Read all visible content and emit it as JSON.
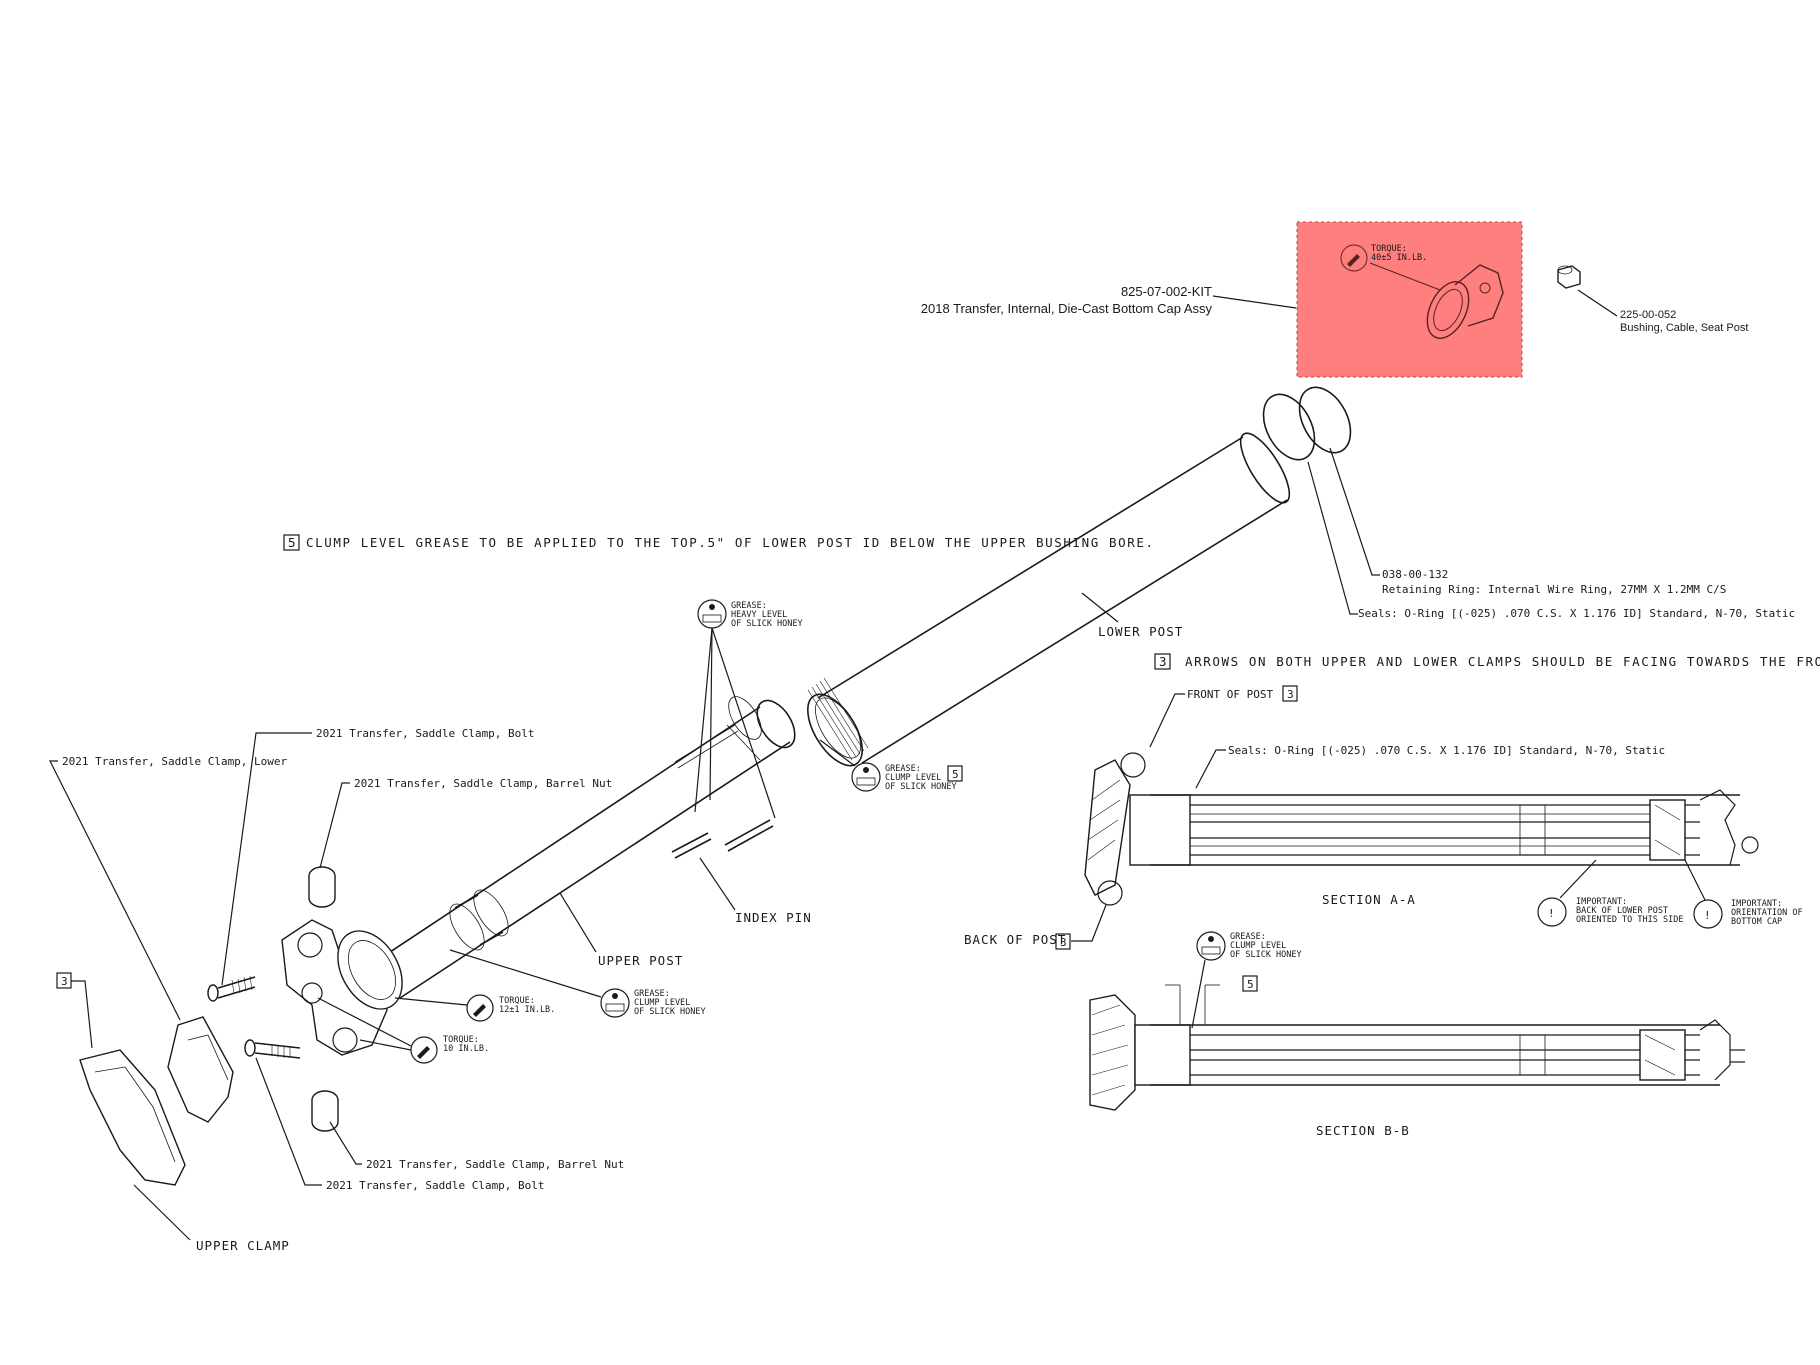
{
  "highlight": {
    "color": "#ff7f7f",
    "border_color": "#c04040",
    "torque_label": "TORQUE:",
    "torque_value": "40±5 IN.LB."
  },
  "labels": {
    "bottom_cap_part": "825-07-002-KIT",
    "bottom_cap_desc": "2018 Transfer, Internal, Die-Cast Bottom Cap Assy",
    "bushing_part": "225-00-052",
    "bushing_desc": "Bushing, Cable, Seat Post",
    "retaining_part": "038-00-132",
    "retaining_desc": "Retaining Ring: Internal Wire Ring, 27MM X 1.2MM C/S",
    "seals_1": "Seals: O-Ring [(-025) .070 C.S. X 1.176 ID] Standard, N-70, Static",
    "seals_2": "Seals: O-Ring [(-025) .070 C.S. X 1.176 ID] Standard, N-70, Static",
    "lower_post": "LOWER POST",
    "upper_post": "UPPER POST",
    "index_pin": "INDEX PIN",
    "upper_clamp": "UPPER CLAMP",
    "clamp_bolt_1": "2021 Transfer, Saddle Clamp, Bolt",
    "clamp_bolt_2": "2021 Transfer, Saddle Clamp, Bolt",
    "clamp_lower": "2021 Transfer, Saddle Clamp, Lower",
    "barrel_nut_1": "2021 Transfer, Saddle Clamp, Barrel Nut",
    "barrel_nut_2": "2021 Transfer, Saddle Clamp, Barrel Nut",
    "front_of_post": "FRONT OF POST",
    "back_of_post": "BACK OF POST",
    "section_aa": "SECTION  A-A",
    "section_bb": "SECTION  B-B"
  },
  "notes": {
    "note5_num": "5",
    "note5_text": "CLUMP LEVEL GREASE TO BE APPLIED TO THE TOP.5\" OF LOWER POST ID BELOW THE UPPER BUSHING BORE.",
    "note3_num": "3",
    "note3_text": "ARROWS ON BOTH UPPER AND LOWER CLAMPS SHOULD BE FACING TOWARDS THE FRONT OF THE POST."
  },
  "callouts": {
    "grease_icon_text": "GREASE",
    "grease_heavy": [
      "GREASE:",
      "HEAVY LEVEL",
      "OF SLICK HONEY"
    ],
    "grease_clump_lower": [
      "GREASE:",
      "CLUMP LEVEL",
      "OF SLICK HONEY"
    ],
    "grease_clump_upper": [
      "GREASE:",
      "CLUMP LEVEL",
      "OF SLICK HONEY"
    ],
    "grease_clump_section": [
      "GREASE:",
      "CLUMP LEVEL",
      "OF SLICK HONEY"
    ],
    "torque_12": [
      "TORQUE:",
      "12±1 IN.LB."
    ],
    "torque_10": [
      "TORQUE:",
      "10 IN.LB."
    ],
    "important_lower": [
      "IMPORTANT:",
      "BACK OF LOWER POST",
      "ORIENTED TO THIS SIDE"
    ],
    "important_cap": [
      "IMPORTANT:",
      "ORIENTATION OF",
      "BOTTOM CAP"
    ],
    "important_mark": "!",
    "ref_5": "5",
    "ref_3": "3"
  }
}
